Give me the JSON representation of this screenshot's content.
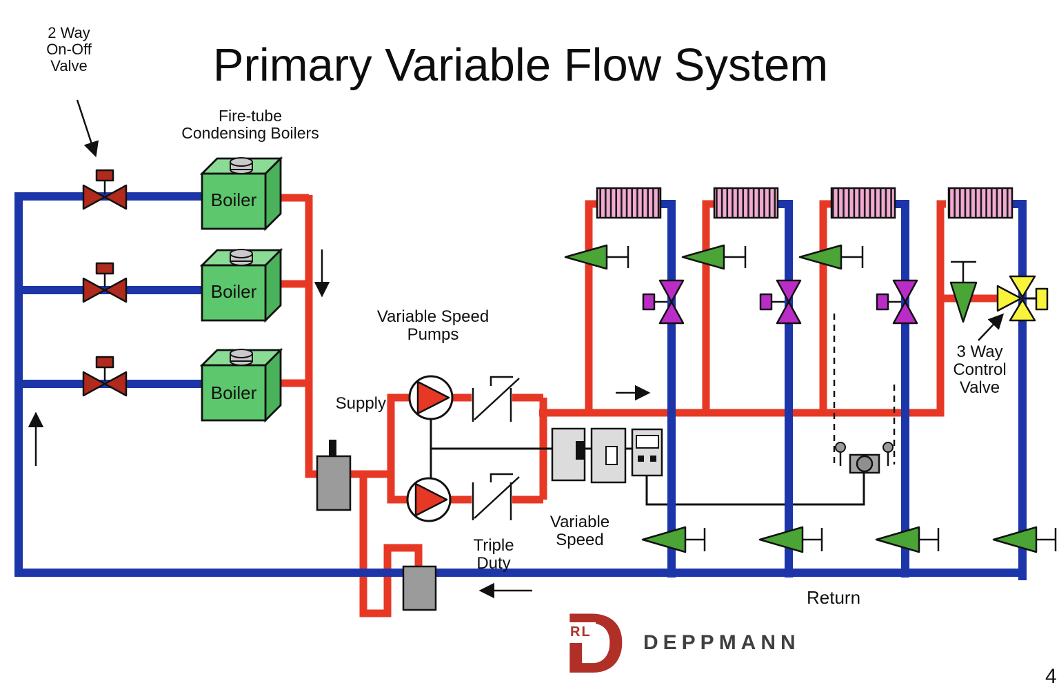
{
  "title": "Primary Variable Flow System",
  "page_number": "4",
  "labels": {
    "two_way_valve": [
      "2 Way",
      "On-Off",
      "Valve"
    ],
    "boiler_heading": [
      "Fire-tube",
      "Condensing Boilers"
    ],
    "boiler": "Boiler",
    "pumps": [
      "Variable Speed",
      "Pumps"
    ],
    "supply": "Supply",
    "triple_duty": [
      "Triple",
      "Duty"
    ],
    "vfd": [
      "Variable",
      "Speed"
    ],
    "three_way_valve": [
      "3 Way",
      "Control",
      "Valve"
    ],
    "return": "Return"
  },
  "logo": {
    "monogram": "D",
    "prefix": "RL",
    "name": "DEPPMANN"
  },
  "colors": {
    "supply_red": "#e63825",
    "return_blue": "#1c35a8",
    "boiler_front": "#5cc76c",
    "boiler_top": "#8adb95",
    "boiler_side": "#49b25a",
    "onoff_valve_red": "#b02a1e",
    "control_valve_purple": "#ba2cc8",
    "balance_valve_green": "#4aa436",
    "three_way_yellow": "#f8f43c",
    "coil_pink": "#f2aad2",
    "equipment_gray": "#9b9b9b",
    "vfd_gray": "#dcdcdc",
    "logo_red": "#b03028",
    "logo_text_gray": "#3f3f3f"
  }
}
